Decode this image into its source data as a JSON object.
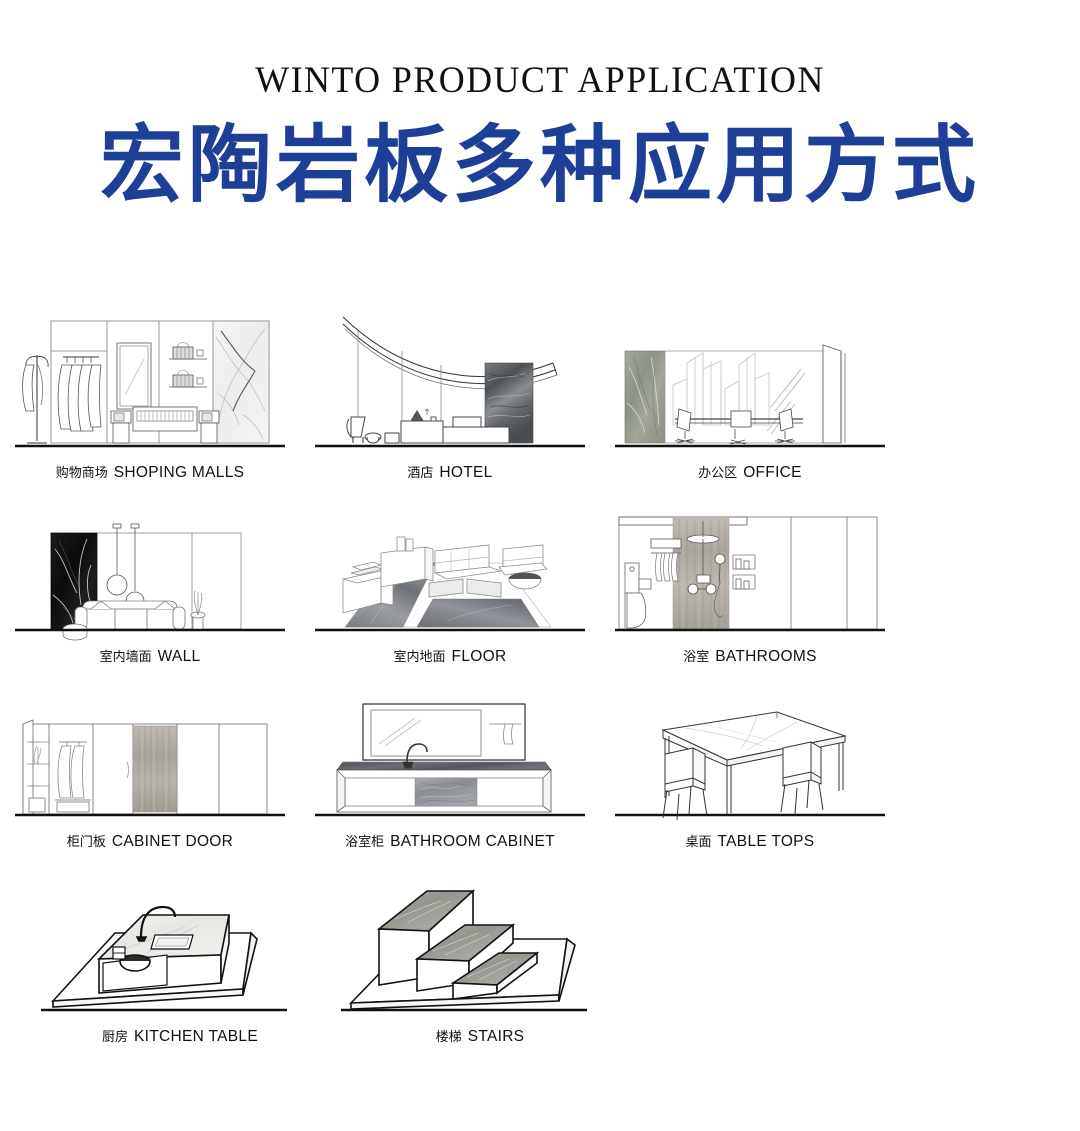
{
  "header": {
    "eyebrow": "WINTO PRODUCT APPLICATION",
    "title_cn": "宏陶岩板多种应用方式",
    "title_color": "#1e3f96",
    "eyebrow_color": "#111111"
  },
  "palette": {
    "line": "#1a1a1a",
    "light_line": "#9a9a9a",
    "baseline": "#111111",
    "stone_white_marble": "#f2f2f0",
    "stone_dark_grey": "#6f7377",
    "stone_green_grey": "#9aa094",
    "stone_black_marble": "#141414",
    "stone_wood_grey": "#b3aea4",
    "stone_mid_grey": "#8e9297",
    "stone_tread": "#9d9d99"
  },
  "items": [
    {
      "id": "shopping-malls",
      "cn": "购物商场",
      "en": "SHOPING MALLS",
      "row": 1,
      "col": 1
    },
    {
      "id": "hotel",
      "cn": "酒店",
      "en": "HOTEL",
      "row": 1,
      "col": 2
    },
    {
      "id": "office",
      "cn": "办公区",
      "en": "OFFICE",
      "row": 1,
      "col": 3
    },
    {
      "id": "wall",
      "cn": "室内墙面",
      "en": "WALL",
      "row": 2,
      "col": 1
    },
    {
      "id": "floor",
      "cn": "室内地面",
      "en": "FLOOR",
      "row": 2,
      "col": 2
    },
    {
      "id": "bathrooms",
      "cn": "浴室",
      "en": "BATHROOMS",
      "row": 2,
      "col": 3
    },
    {
      "id": "cabinet-door",
      "cn": "柜门板",
      "en": "CABINET DOOR",
      "row": 3,
      "col": 1
    },
    {
      "id": "bathroom-cabinet",
      "cn": "浴室柜",
      "en": "BATHROOM CABINET",
      "row": 3,
      "col": 2
    },
    {
      "id": "table-tops",
      "cn": "桌面",
      "en": "TABLE TOPS",
      "row": 3,
      "col": 3
    },
    {
      "id": "kitchen-table",
      "cn": "厨房",
      "en": "KITCHEN TABLE",
      "row": 4,
      "col": 1
    },
    {
      "id": "stairs",
      "cn": "楼梯",
      "en": "STAIRS",
      "row": 4,
      "col": 2
    }
  ]
}
